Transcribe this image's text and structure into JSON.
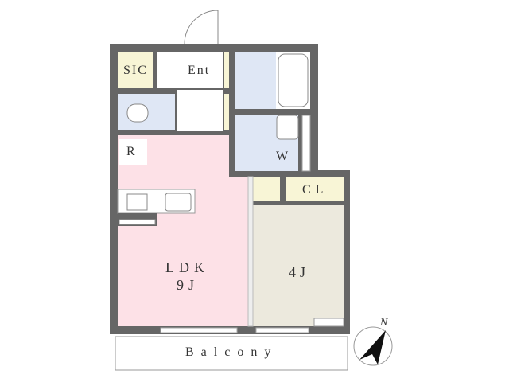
{
  "rooms": {
    "sic": "SIC",
    "entrance": "Ent",
    "refrigerator": "R",
    "washroom": "W",
    "closet": "CL",
    "ldk_name": "LDK",
    "ldk_size": "9J",
    "bedroom_size": "4J",
    "balcony": "Balcony"
  },
  "compass": {
    "north": "N"
  },
  "colors": {
    "wall": "#666666",
    "ldk": "#fde1e7",
    "bedroom": "#ece9dd",
    "storage": "#f8f5d6",
    "wet": "#dfe7f5"
  }
}
